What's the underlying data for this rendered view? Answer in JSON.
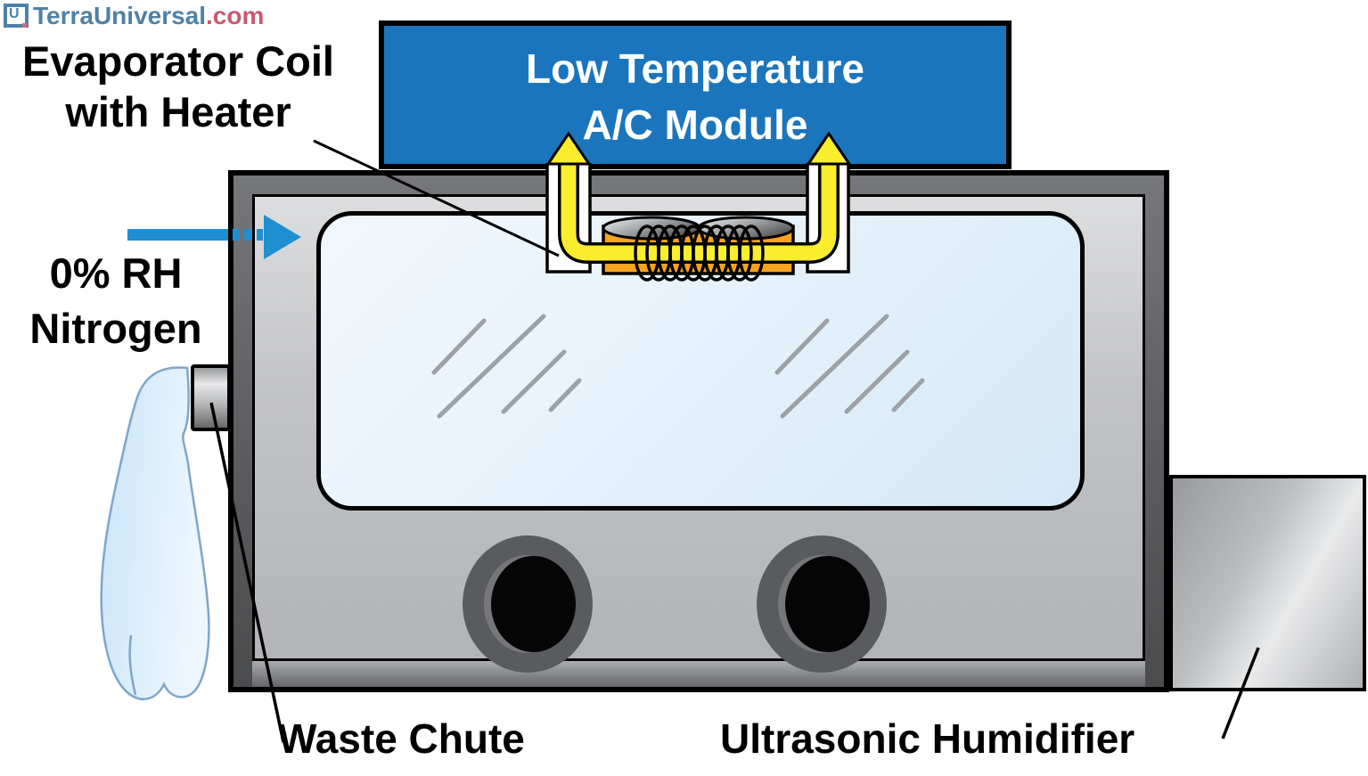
{
  "logo": {
    "brand": "TerraUniversal",
    "tld": ".com",
    "icon": "terra-universal-logo"
  },
  "labels": {
    "evaporator_coil": {
      "line1": "Evaporator Coil",
      "line2": "with Heater"
    },
    "ac_module": {
      "line1": "Low Temperature",
      "line2": "A/C Module"
    },
    "nitrogen_inlet": {
      "line1": "0% RH",
      "line2": "Nitrogen"
    },
    "waste_chute": "Waste Chute",
    "ultrasonic_humidifier": "Ultrasonic Humidifier"
  },
  "colors": {
    "module_blue": "#1B75BC",
    "flow_arrow_blue": "#1F8FD2",
    "pipe_yellow": "#F9ED2E",
    "heater_orange": "#F6A41F",
    "frame_dark_gray": "#58595B",
    "panel_light_gray": "#C3C4C7",
    "window_light_blue": "#E6F2FB",
    "waste_bag_blue": "#D6ECFB",
    "logo_blue": "#4E81A7",
    "logo_red": "#C75A72"
  }
}
